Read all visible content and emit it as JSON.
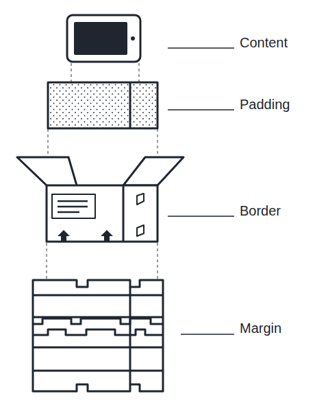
{
  "diagram": {
    "labels": [
      "Content",
      "Padding",
      "Border",
      "Margin"
    ]
  }
}
